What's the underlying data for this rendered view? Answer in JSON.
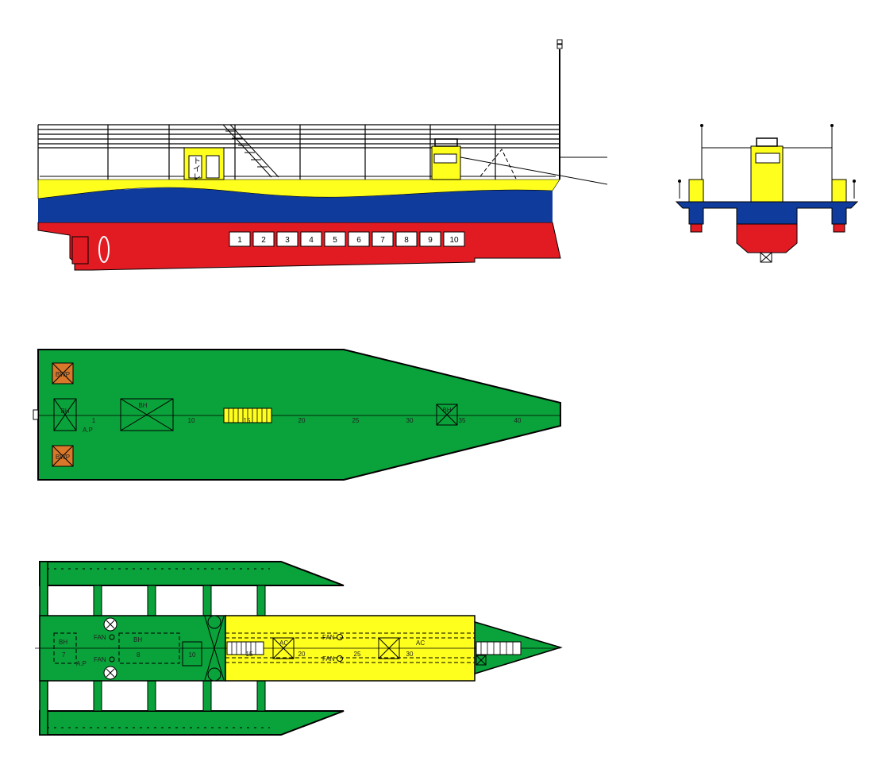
{
  "side_view": {
    "window_numbers": [
      "1",
      "2",
      "3",
      "4",
      "5",
      "6",
      "7",
      "8",
      "9",
      "10"
    ],
    "toilet_label": "トイレ"
  },
  "main_deck": {
    "labels": {
      "bwp_top": "BWP",
      "bwp_bottom": "BWP",
      "ap_box": "BH",
      "bh_hatch": "BH",
      "fwd_hatch": "BH",
      "ap": "A.P"
    },
    "frame_numbers": [
      "1",
      "10",
      "15",
      "20",
      "25",
      "30",
      "35",
      "40"
    ]
  },
  "lower_deck": {
    "labels": {
      "bh7": "BH",
      "bh7_num": "7",
      "bh8": "BH",
      "bh8_num": "8",
      "box10": "10",
      "fan_a": "FAN",
      "fan_b": "FAN",
      "fan_c": "FAN",
      "fan_d": "FAN",
      "ac_1": "AC",
      "ac_2": "AC",
      "ap": "A.P"
    },
    "frame_numbers": [
      "15",
      "20",
      "25",
      "30"
    ]
  },
  "colors": {
    "green": "#0aa23a",
    "yellow": "#ffff1e",
    "blue": "#0f3c9c",
    "red": "#e21b23",
    "orange": "#d9782a"
  }
}
